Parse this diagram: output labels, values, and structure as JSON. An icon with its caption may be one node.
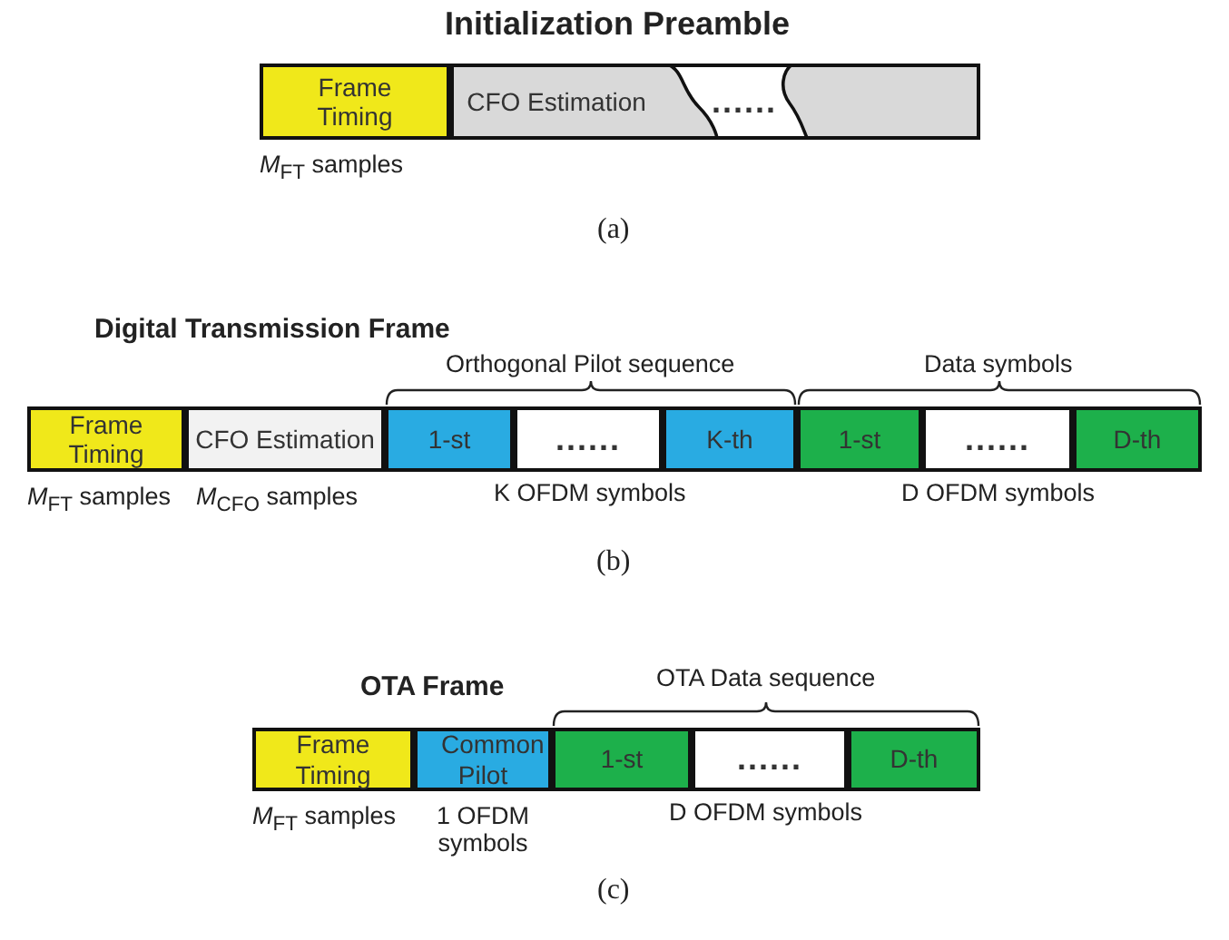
{
  "diagram": {
    "nodes": [
      {
        "text": [
          "Frame Timing"
        ],
        "beside": [
          "*M*$_{FT}$ samples"
        ]
      },
      {
        "text": [
          "CFO Estimation"
        ]
      },
      {
        "text": [
          "......"
        ]
      },
      {
        "text": [],
        "shape": "box"
      },
      {
        "text": [
          "Frame Timing"
        ],
        "beside": [
          "*M*$_{FT}$ samples"
        ]
      },
      {
        "text": [
          "CFO Estimation"
        ],
        "beside": [
          "*M*$_{CFO}$ samples"
        ]
      },
      {
        "text": [
          "1-st"
        ]
      },
      {
        "text": [
          "......"
        ]
      },
      {
        "text": [
          "K-th"
        ]
      },
      {
        "text": [
          "1-st"
        ]
      },
      {
        "text": [
          "......"
        ]
      },
      {
        "text": [
          "D-th"
        ]
      },
      {
        "text": [
          "Frame Timing"
        ],
        "beside": [
          "*M*$_{FT}$ samples"
        ]
      },
      {
        "text": [
          "Common Pilot"
        ],
        "beside": [
          "1 OFDM symbols"
        ]
      },
      {
        "text": [
          "1-st"
        ]
      },
      {
        "text": [
          "......"
        ]
      },
      {
        "text": [
          "D-th"
        ]
      }
    ],
    "labels": [
      "Initialization Preamble",
      "(a)",
      "Digital Transmission Frame",
      "Orthogonal Pilot sequence",
      "Data symbols",
      "K OFDM symbols",
      "D OFDM symbols",
      "(b)",
      "OTA Frame",
      "OTA Data sequence",
      "D OFDM symbols",
      "(c)"
    ]
  }
}
